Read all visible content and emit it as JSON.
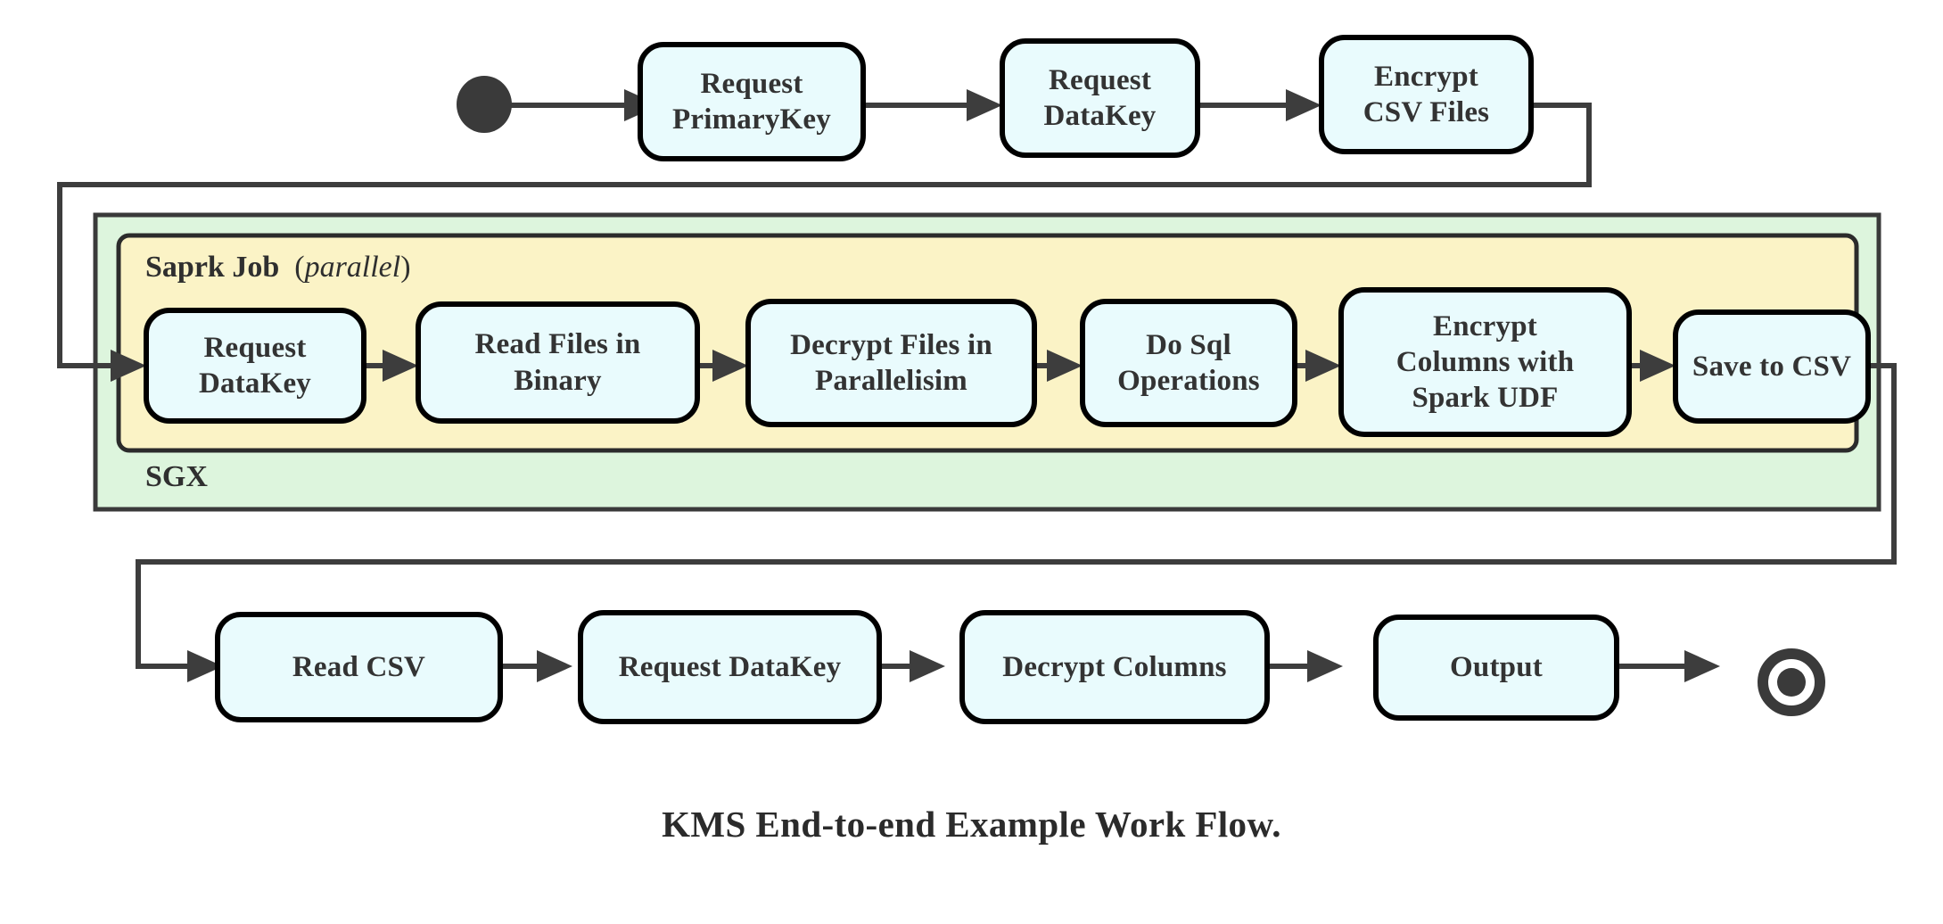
{
  "diagram": {
    "caption": "KMS End-to-end Example Work Flow.",
    "colors": {
      "node_fill": "#e9fbfd",
      "node_stroke": "#000000",
      "sgx_group_fill": "#ddf5dd",
      "spark_group_fill": "#fbf3c6",
      "connector": "#3d3d3d",
      "text": "#333333",
      "background": "#ffffff"
    },
    "start_node": {
      "name": "start-node",
      "shape": "filled-circle"
    },
    "end_node": {
      "name": "end-node",
      "shape": "bullseye-circle"
    },
    "groups": [
      {
        "id": "sgx",
        "label": "SGX",
        "label_style": "bold",
        "fill": "#ddf5dd"
      },
      {
        "id": "spark-job",
        "label_main": "Saprk Job",
        "label_qualifier_open": "(",
        "label_qualifier": "parallel",
        "label_qualifier_close": ")",
        "fill": "#fbf3c6"
      }
    ],
    "rows": {
      "top": [
        {
          "id": "request-primarykey",
          "lines": [
            "Request",
            "PrimaryKey"
          ]
        },
        {
          "id": "request-datakey-top",
          "lines": [
            "Request",
            "DataKey"
          ]
        },
        {
          "id": "encrypt-csv-files",
          "lines": [
            "Encrypt",
            "CSV Files"
          ]
        }
      ],
      "spark": [
        {
          "id": "request-datakey-spark",
          "lines": [
            "Request",
            "DataKey"
          ]
        },
        {
          "id": "read-files-in-binary",
          "lines": [
            "Read Files in",
            "Binary"
          ]
        },
        {
          "id": "decrypt-files-in-parallelisim",
          "lines": [
            "Decrypt Files in",
            "Parallelisim"
          ]
        },
        {
          "id": "do-sql-operations",
          "lines": [
            "Do Sql",
            "Operations"
          ]
        },
        {
          "id": "encrypt-columns-with-spark-udf",
          "lines": [
            "Encrypt",
            "Columns with",
            "Spark UDF"
          ]
        },
        {
          "id": "save-to-csv",
          "lines": [
            "Save to CSV"
          ]
        }
      ],
      "bottom": [
        {
          "id": "read-csv",
          "lines": [
            "Read CSV"
          ]
        },
        {
          "id": "request-datakey-bottom",
          "lines": [
            "Request DataKey"
          ]
        },
        {
          "id": "decrypt-columns",
          "lines": [
            "Decrypt Columns"
          ]
        },
        {
          "id": "output",
          "lines": [
            "Output"
          ]
        }
      ]
    },
    "flow_sequence": [
      "start",
      "Request PrimaryKey",
      "Request DataKey",
      "Encrypt CSV Files",
      "Request DataKey",
      "Read Files in Binary",
      "Decrypt Files in Parallelisim",
      "Do Sql Operations",
      "Encrypt Columns with Spark UDF",
      "Save to CSV",
      "Read CSV",
      "Request DataKey",
      "Decrypt Columns",
      "Output",
      "end"
    ]
  }
}
